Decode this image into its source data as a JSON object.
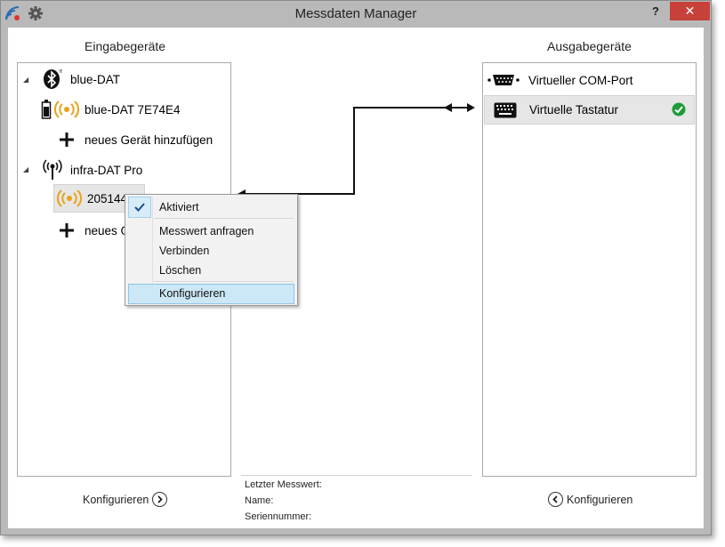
{
  "window": {
    "title": "Messdaten Manager",
    "help_label": "?",
    "close_label": "✕"
  },
  "left": {
    "title": "Eingabegeräte",
    "groups": [
      {
        "label": "blue-DAT",
        "expander": "◢",
        "children": [
          {
            "label": "blue-DAT 7E74E4"
          },
          {
            "label": "neues Gerät hinzufügen"
          }
        ]
      },
      {
        "label": "infra-DAT Pro",
        "expander": "◢",
        "children": [
          {
            "label": "205144"
          },
          {
            "label": "neues G"
          }
        ]
      }
    ],
    "configure_label": "Konfigurieren"
  },
  "right": {
    "title": "Ausgabegeräte",
    "items": [
      {
        "label": "Virtueller COM-Port"
      },
      {
        "label": "Virtuelle Tastatur",
        "status": "active"
      }
    ],
    "configure_label": "Konfigurieren"
  },
  "context_menu": {
    "items": [
      {
        "label": "Aktiviert",
        "checked": true
      },
      {
        "label": "Messwert anfragen"
      },
      {
        "label": "Verbinden"
      },
      {
        "label": "Löschen"
      },
      {
        "label": "Konfigurieren",
        "highlighted": true
      }
    ]
  },
  "info": {
    "last_value": "Letzter Messwert:",
    "name": "Name:",
    "serial": "Seriennummer:"
  },
  "colors": {
    "accent_orange": "#e8a317",
    "ok_green": "#1e9b3a",
    "close_red": "#c7413a",
    "highlight": "#cce8f7"
  }
}
